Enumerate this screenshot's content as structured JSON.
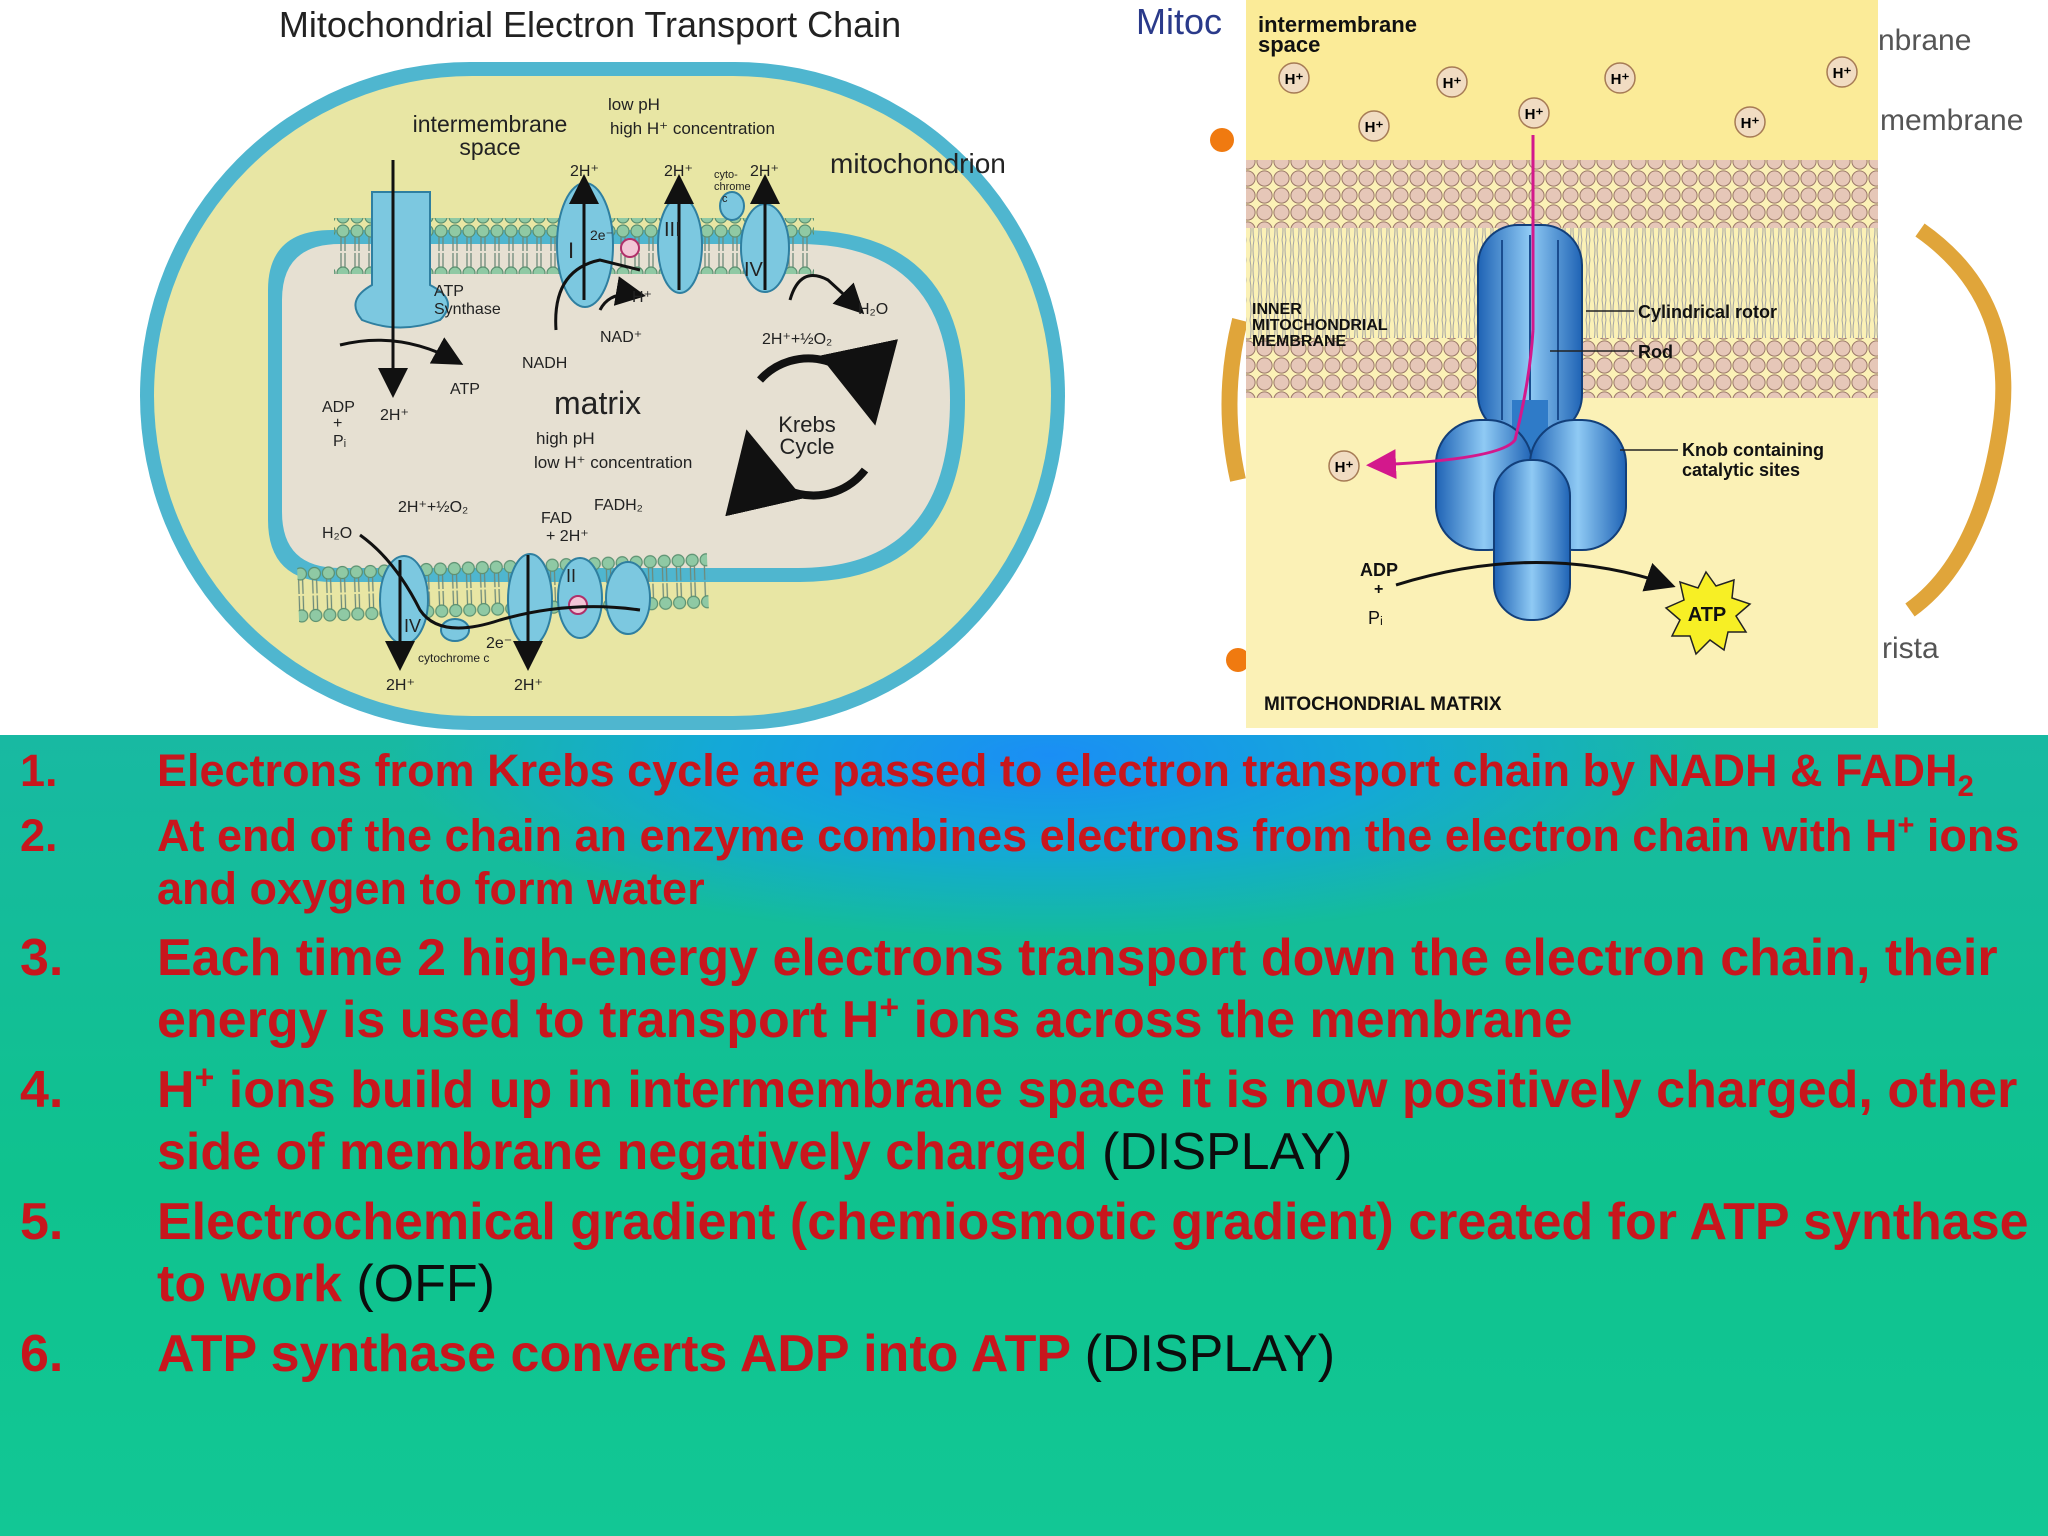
{
  "left_diagram": {
    "title": "Mitochondrial Electron Transport Chain",
    "labels": {
      "intermembrane_1": "intermembrane",
      "intermembrane_2": "space",
      "lowph_1": "low pH",
      "lowph_2": "high H⁺ concentration",
      "mitochondrion": "mitochondrion",
      "atp_synthase_1": "ATP",
      "atp_synthase_2": "Synthase",
      "nadh": "NADH",
      "nadplus": "NAD⁺",
      "hplus": "H⁺",
      "h2o_top": "H₂O",
      "twoh_half_o2_top": "2H⁺+½O₂",
      "atp": "ATP",
      "adp": "ADP",
      "plus": "+",
      "pi": "Pᵢ",
      "twoh_left": "2H⁺",
      "matrix": "matrix",
      "highph_1": "high pH",
      "highph_2": "low H⁺ concentration",
      "krebs_1": "Krebs",
      "krebs_2": "Cycle",
      "twoh_half_o2_bottom": "2H⁺+½O₂",
      "h2o_bottom": "H₂O",
      "fad_1": "FAD",
      "fad_2": "+ 2H⁺",
      "fadh2": "FADH₂",
      "cytochrome_c_bottom": "cytochrome c",
      "two_e": "2e⁻",
      "twoh_b1": "2H⁺",
      "twoh_b2": "2H⁺",
      "twoh_t1": "2H⁺",
      "twoh_t2": "2H⁺",
      "twoh_t3": "2H⁺",
      "cyto_top_1": "cyto-",
      "cyto_top_2": "chrome",
      "cyto_top_3": "c",
      "roman_I": "I",
      "roman_II": "II",
      "roman_III": "III",
      "roman_IV": "IV",
      "two_e_top": "2e⁻"
    }
  },
  "right_diagram": {
    "title_fragment": "Mitoc",
    "intermembrane_1": "intermembrane",
    "intermembrane_2": "space",
    "inner_1": "INNER",
    "inner_2": "MITOCHONDRIAL",
    "inner_3": "MEMBRANE",
    "rotor": "Cylindrical rotor",
    "rod": "Rod",
    "knob_1": "Knob containing",
    "knob_2": "catalytic sites",
    "adp": "ADP",
    "plus": "+",
    "pi": "Pᵢ",
    "atp": "ATP",
    "matrix": "MITOCHONDRIAL MATRIX",
    "hplus": "H⁺",
    "bg_membrane_1": "nbrane",
    "bg_membrane_2": "membrane",
    "bg_crista": "rista"
  },
  "points": [
    {
      "num": "1.",
      "text": "Electrons from Krebs cycle are passed to electron transport chain by NADH & FADH",
      "sub": "2"
    },
    {
      "num": "2.",
      "pre": "At end of the chain an enzyme combines electrons from the electron chain with H",
      "sup": "+",
      "post": " ions and oxygen to form water"
    },
    {
      "num": "3.",
      "pre": "Each time 2 high-energy electrons transport down the electron chain, their energy is used to transport H",
      "sup": "+",
      "post": " ions across the membrane"
    },
    {
      "num": "4.",
      "pre": "H",
      "sup": "+",
      "post": " ions build up in intermembrane space it is now positively charged, other side of membrane negatively charged ",
      "tag": "(DISPLAY)"
    },
    {
      "num": "5.",
      "text": "Electrochemical gradient (chemiosmotic gradient) created for ATP synthase to work ",
      "tag": "(OFF)"
    },
    {
      "num": "6.",
      "text": "ATP synthase converts ADP into ATP ",
      "tag": "(DISPLAY)"
    }
  ],
  "colors": {
    "point_text": "#c8161d",
    "tag_text": "#0c0c0c",
    "membrane_blue": "#4fb6cf",
    "intermembrane_yellow": "#e8e6a4",
    "matrix_beige": "#e6e0d2",
    "background_green": "#12c795"
  }
}
